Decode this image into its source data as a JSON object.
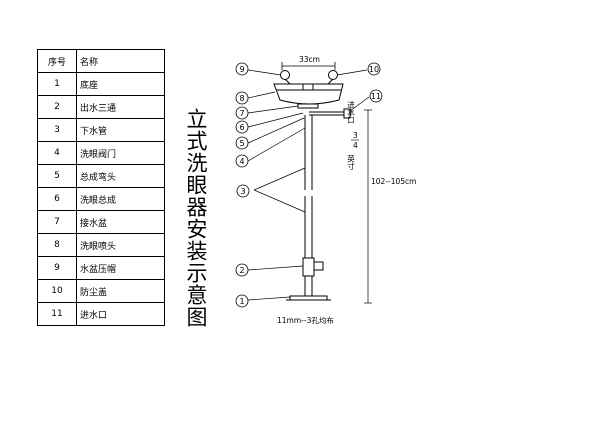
{
  "table": {
    "headers": {
      "no": "序号",
      "name": "名称"
    },
    "rows": [
      {
        "no": "1",
        "name": "底座"
      },
      {
        "no": "2",
        "name": "出水三通"
      },
      {
        "no": "3",
        "name": "下水管"
      },
      {
        "no": "4",
        "name": "洗眼阀门"
      },
      {
        "no": "5",
        "name": "总成弯头"
      },
      {
        "no": "6",
        "name": "洗眼总成"
      },
      {
        "no": "7",
        "name": "接水盆"
      },
      {
        "no": "8",
        "name": "洗眼喷头"
      },
      {
        "no": "9",
        "name": "水盆压帽"
      },
      {
        "no": "10",
        "name": "防尘盖"
      },
      {
        "no": "11",
        "name": "进水口"
      }
    ]
  },
  "title": "立式洗眼器安装示意图",
  "dimensions": {
    "width": "33cm",
    "height": "102--105cm",
    "inlet_label": "进水口",
    "inlet_fraction_num": "3",
    "inlet_fraction_den": "4",
    "inlet_unit": "英寸",
    "base_holes": "11mm--3孔均布"
  },
  "callouts": [
    "1",
    "2",
    "3",
    "3",
    "4",
    "5",
    "6",
    "7",
    "8",
    "9",
    "10",
    "11"
  ]
}
